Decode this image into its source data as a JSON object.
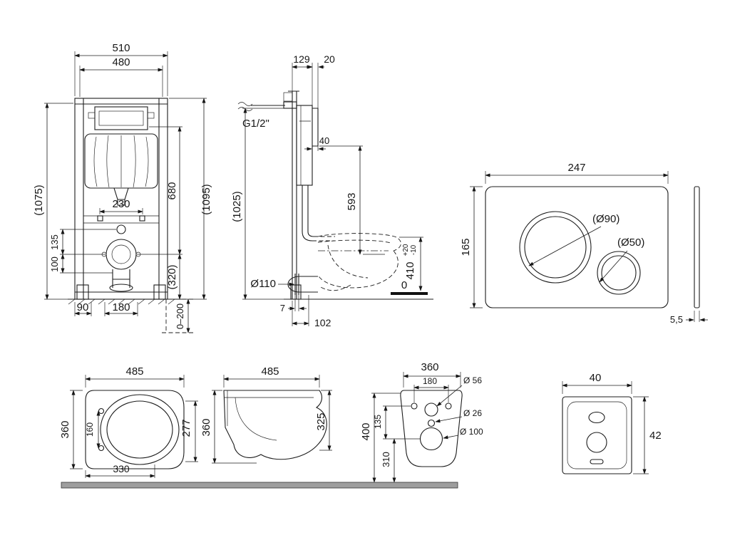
{
  "frame_front": {
    "width_outer": "510",
    "width_inner": "480",
    "height_left": "(1075)",
    "height_right": "(1095)",
    "height_upper": "680",
    "height_lower": "(320)",
    "bracket_spacing": "230",
    "offset_135": "135",
    "offset_100": "100",
    "foot_offset": "90",
    "pipe_width": "180",
    "adjust_range": "0–200"
  },
  "frame_side": {
    "depth_frame": "129",
    "depth_plate": "20",
    "water_connection": "G1/2\"",
    "offset_40": "40",
    "height_593": "593",
    "height_overall": "(1025)",
    "drain_diameter": "Ø110",
    "rim_height": "410",
    "rim_tol_plus": "+20",
    "rim_tol_minus": "-10",
    "floor_level": "0",
    "offset_7": "7",
    "drain_offset": "102"
  },
  "flush_plate": {
    "width": "247",
    "height": "165",
    "big_button": "(Ø90)",
    "small_button": "(Ø50)",
    "thickness": "5,5"
  },
  "bowl_top": {
    "length": "485",
    "width": "360",
    "inner_length": "277",
    "hinge_spacing": "160",
    "length_lower": "330"
  },
  "bowl_side": {
    "length": "485",
    "height": "360",
    "front_height": "325"
  },
  "bowl_rear": {
    "width": "360",
    "bolt_spacing": "180",
    "hole_top": "Ø 56",
    "hole_small": "Ø 26",
    "hole_drain": "Ø 100",
    "offset_135": "135",
    "height_310": "310",
    "height_400": "400"
  },
  "sound_mat": {
    "width": "40",
    "height": "42"
  }
}
